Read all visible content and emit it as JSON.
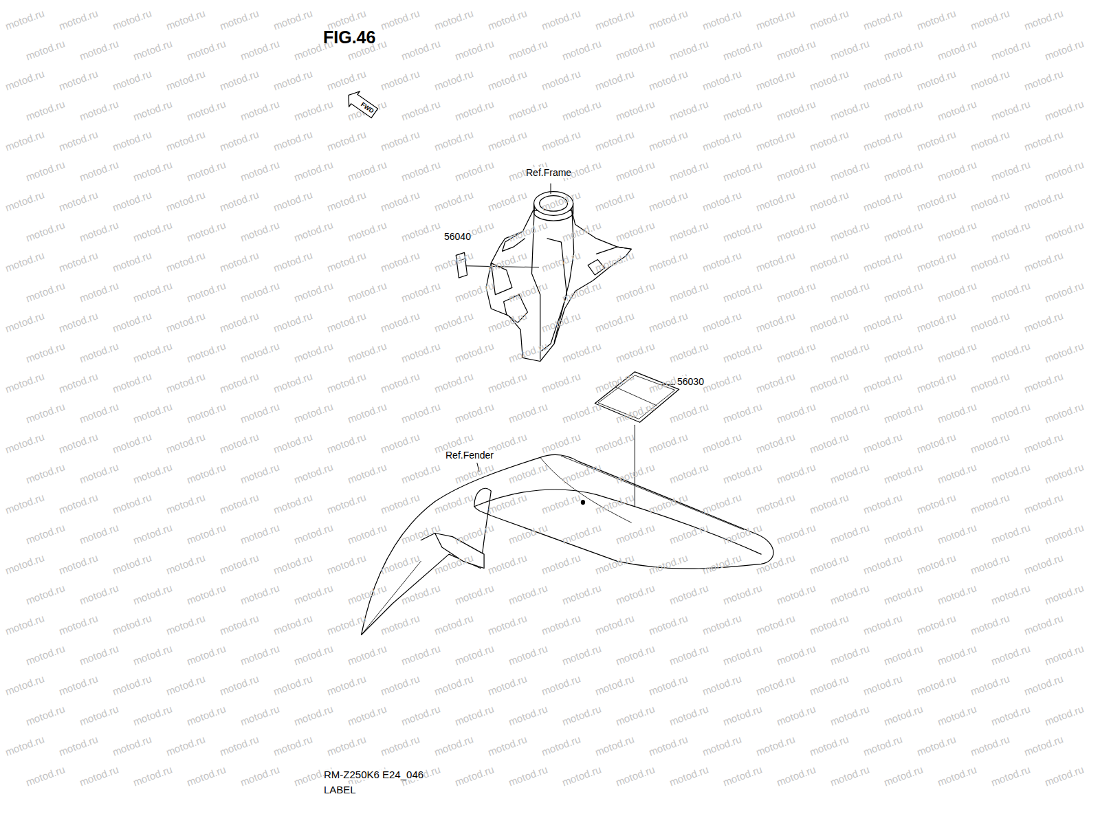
{
  "diagram": {
    "title": "FIG.46",
    "nodes": [
      {
        "text": [
          "FWD"
        ]
      }
    ],
    "edges": [],
    "labels": [
      "Ref.Frame",
      "56040",
      "56030",
      "Ref.Fender",
      "RM-Z250K6 E24_046",
      "LABEL",
      "motod.ru",
      "motod.ru",
      "motod.ru",
      "motod.ru",
      "motod.ru",
      "motod.ru",
      "motod.ru",
      "motod.ru",
      "motod.ru",
      "motod.ru",
      "motod.ru",
      "motod.ru",
      "motod.ru",
      "motod.ru",
      "motod.ru",
      "motod.ru",
      "motod.ru",
      "motod.ru",
      "motod.ru",
      "motod.ru",
      "motod.ru",
      "motod.ru",
      "motod.ru",
      "motod.ru",
      "motod.ru",
      "motod.ru",
      "motod.ru",
      "motod.ru",
      "motod.ru",
      "motod.ru",
      "motod.ru",
      "motod.ru",
      "motod.ru",
      "motod.ru",
      "motod.ru",
      "motod.ru",
      "motod.ru",
      "motod.ru",
      "motod.ru",
      "motod.ru",
      "motod.ru",
      "motod.ru",
      "motod.ru",
      "motod.ru",
      "motod.ru",
      "motod.ru",
      "motod.ru",
      "motod.ru",
      "motod.ru",
      "motod.ru",
      "motod.ru",
      "motod.ru",
      "motod.ru",
      "motod.ru",
      "motod.ru",
      "motod.ru",
      "motod.ru",
      "motod.ru",
      "motod.ru",
      "motod.ru",
      "motod.ru",
      "motod.ru",
      "motod.ru",
      "motod.ru",
      "motod.ru",
      "motod.ru",
      "motod.ru",
      "motod.ru",
      "motod.ru",
      "motod.ru",
      "motod.ru",
      "motod.ru",
      "motod.ru",
      "motod.ru",
      "motod.ru",
      "motod.ru",
      "motod.ru",
      "motod.ru",
      "motod.ru",
      "motod.ru",
      "motod.ru",
      "motod.ru",
      "motod.ru",
      "motod.ru",
      "motod.ru",
      "motod.ru",
      "motod.ru",
      "motod.ru",
      "motod.ru",
      "motod.ru",
      "motod.ru",
      "motod.ru",
      "motod.ru",
      "motod.ru",
      "motod.ru",
      "motod.ru",
      "motod.ru",
      "motod.ru",
      "motod.ru",
      "motod.ru",
      "motod.ru",
      "motod.ru",
      "motod.ru",
      "motod.ru",
      "motod.ru",
      "motod.ru",
      "motod.ru",
      "motod.ru",
      "motod.ru",
      "motod.ru",
      "motod.ru",
      "motod.ru",
      "motod.ru",
      "motod.ru",
      "motod.ru",
      "motod.ru",
      "motod.ru",
      "motod.ru",
      "motod.ru",
      "motod.ru",
      "motod.ru",
      "motod.ru",
      "motod.ru",
      "motod.ru",
      "motod.ru",
      "motod.ru",
      "motod.ru",
      "motod.ru",
      "motod.ru",
      "motod.ru",
      "motod.ru",
      "motod.ru",
      "motod.ru",
      "motod.ru",
      "motod.ru",
      "motod.ru",
      "motod.ru",
      "motod.ru",
      "motod.ru",
      "motod.ru",
      "motod.ru",
      "motod.ru",
      "motod.ru",
      "motod.ru",
      "motod.ru",
      "motod.ru",
      "motod.ru",
      "motod.ru",
      "motod.ru",
      "motod.ru",
      "motod.ru",
      "motod.ru",
      "motod.ru",
      "motod.ru",
      "motod.ru",
      "motod.ru",
      "motod.ru",
      "motod.ru",
      "motod.ru",
      "motod.ru",
      "motod.ru",
      "motod.ru",
      "motod.ru",
      "motod.ru",
      "motod.ru",
      "motod.ru",
      "motod.ru",
      "motod.ru",
      "motod.ru",
      "motod.ru",
      "motod.ru",
      "motod.ru",
      "motod.ru",
      "motod.ru",
      "motod.ru",
      "motod.ru",
      "motod.ru",
      "motod.ru",
      "motod.ru",
      "motod.ru",
      "motod.ru",
      "motod.ru",
      "motod.ru",
      "motod.ru",
      "motod.ru",
      "motod.ru",
      "motod.ru",
      "motod.ru",
      "motod.ru",
      "motod.ru",
      "motod.ru",
      "motod.ru",
      "motod.ru",
      "motod.ru",
      "motod.ru",
      "motod.ru",
      "motod.ru",
      "motod.ru",
      "motod.ru",
      "motod.ru",
      "motod.ru",
      "motod.ru",
      "motod.ru",
      "motod.ru",
      "motod.ru",
      "motod.ru",
      "motod.ru",
      "motod.ru",
      "motod.ru",
      "motod.ru",
      "motod.ru",
      "motod.ru",
      "motod.ru",
      "motod.ru",
      "motod.ru",
      "motod.ru",
      "motod.ru",
      "motod.ru",
      "motod.ru",
      "motod.ru",
      "motod.ru",
      "motod.ru",
      "motod.ru",
      "motod.ru",
      "motod.ru",
      "motod.ru",
      "motod.ru",
      "motod.ru",
      "motod.ru",
      "motod.ru",
      "motod.ru",
      "motod.ru",
      "motod.ru",
      "motod.ru",
      "motod.ru",
      "motod.ru",
      "motod.ru",
      "motod.ru",
      "motod.ru",
      "motod.ru",
      "motod.ru",
      "motod.ru",
      "motod.ru",
      "motod.ru",
      "motod.ru",
      "motod.ru",
      "motod.ru",
      "motod.ru",
      "motod.ru",
      "motod.ru",
      "motod.ru",
      "motod.ru",
      "motod.ru",
      "motod.ru",
      "motod.ru",
      "motod.ru",
      "motod.ru",
      "motod.ru",
      "motod.ru",
      "motod.ru",
      "motod.ru",
      "motod.ru",
      "motod.ru",
      "motod.ru",
      "motod.ru",
      "motod.ru",
      "motod.ru",
      "motod.ru",
      "motod.ru",
      "motod.ru",
      "motod.ru",
      "motod.ru",
      "motod.ru",
      "motod.ru",
      "motod.ru",
      "motod.ru",
      "motod.ru",
      "motod.ru",
      "motod.ru",
      "motod.ru",
      "motod.ru",
      "motod.ru",
      "motod.ru",
      "motod.ru",
      "motod.ru",
      "motod.ru",
      "motod.ru",
      "motod.ru",
      "motod.ru",
      "motod.ru",
      "motod.ru",
      "motod.ru",
      "motod.ru",
      "motod.ru",
      "motod.ru",
      "motod.ru",
      "motod.ru",
      "motod.ru",
      "motod.ru",
      "motod.ru",
      "motod.ru",
      "motod.ru",
      "motod.ru",
      "motod.ru",
      "motod.ru",
      "motod.ru",
      "motod.ru",
      "motod.ru",
      "motod.ru",
      "motod.ru",
      "motod.ru",
      "motod.ru",
      "motod.ru",
      "motod.ru",
      "motod.ru",
      "motod.ru",
      "motod.ru",
      "motod.ru",
      "motod.ru",
      "motod.ru",
      "motod.ru",
      "motod.ru",
      "motod.ru",
      "motod.ru",
      "motod.ru",
      "motod.ru",
      "motod.ru",
      "motod.ru",
      "motod.ru",
      "motod.ru",
      "motod.ru",
      "motod.ru",
      "motod.ru",
      "motod.ru",
      "motod.ru",
      "motod.ru",
      "motod.ru",
      "motod.ru",
      "motod.ru",
      "motod.ru",
      "motod.ru",
      "motod.ru",
      "motod.ru",
      "motod.ru",
      "motod.ru",
      "motod.ru",
      "motod.ru",
      "motod.ru",
      "motod.ru",
      "motod.ru",
      "motod.ru",
      "motod.ru",
      "motod.ru",
      "motod.ru",
      "motod.ru",
      "motod.ru",
      "motod.ru",
      "motod.ru",
      "motod.ru",
      "motod.ru",
      "motod.ru",
      "motod.ru",
      "motod.ru",
      "motod.ru",
      "motod.ru",
      "motod.ru",
      "motod.ru",
      "motod.ru",
      "motod.ru",
      "motod.ru",
      "motod.ru",
      "motod.ru",
      "motod.ru",
      "motod.ru",
      "motod.ru",
      "motod.ru",
      "motod.ru",
      "motod.ru",
      "motod.ru",
      "motod.ru",
      "motod.ru",
      "motod.ru",
      "motod.ru",
      "motod.ru",
      "motod.ru",
      "motod.ru",
      "motod.ru",
      "motod.ru",
      "motod.ru",
      "motod.ru",
      "motod.ru",
      "motod.ru",
      "motod.ru",
      "motod.ru",
      "motod.ru",
      "motod.ru",
      "motod.ru",
      "motod.ru",
      "motod.ru",
      "motod.ru",
      "motod.ru",
      "motod.ru",
      "motod.ru",
      "motod.ru",
      "motod.ru",
      "motod.ru",
      "motod.ru",
      "motod.ru",
      "motod.ru",
      "motod.ru",
      "motod.ru",
      "motod.ru",
      "motod.ru",
      "motod.ru",
      "motod.ru",
      "motod.ru",
      "motod.ru",
      "motod.ru",
      "motod.ru",
      "motod.ru",
      "motod.ru",
      "motod.ru",
      "motod.ru",
      "motod.ru",
      "motod.ru",
      "motod.ru",
      "motod.ru",
      "motod.ru",
      "motod.ru",
      "motod.ru",
      "motod.ru",
      "motod.ru",
      "motod.ru",
      "motod.ru",
      "motod.ru",
      "motod.ru",
      "motod.ru",
      "motod.ru",
      "motod.ru",
      "motod.ru",
      "motod.ru",
      "motod.ru",
      "motod.ru",
      "motod.ru",
      "motod.ru",
      "motod.ru",
      "motod.ru",
      "motod.ru",
      "motod.ru",
      "motod.ru",
      "motod.ru",
      "motod.ru",
      "motod.ru",
      "motod.ru",
      "motod.ru",
      "motod.ru",
      "motod.ru",
      "motod.ru",
      "motod.ru",
      "motod.ru",
      "motod.ru",
      "motod.ru",
      "motod.ru",
      "motod.ru",
      "motod.ru",
      "motod.ru",
      "motod.ru",
      "motod.ru",
      "motod.ru",
      "motod.ru",
      "motod.ru",
      "motod.ru",
      "motod.ru",
      "motod.ru",
      "motod.ru",
      "motod.ru",
      "motod.ru",
      "motod.ru",
      "motod.ru",
      "motod.ru",
      "motod.ru",
      "motod.ru",
      "motod.ru",
      "motod.ru",
      "motod.ru",
      "motod.ru",
      "motod.ru",
      "motod.ru",
      "motod.ru",
      "motod.ru",
      "motod.ru",
      "motod.ru",
      "motod.ru",
      "motod.ru",
      "motod.ru",
      "motod.ru",
      "motod.ru",
      "motod.ru",
      "motod.ru",
      "motod.ru",
      "motod.ru",
      "motod.ru",
      "motod.ru",
      "motod.ru",
      "motod.ru",
      "motod.ru",
      "motod.ru",
      "motod.ru",
      "motod.ru",
      "motod.ru",
      "motod.ru",
      "motod.ru",
      "motod.ru",
      "motod.ru",
      "motod.ru",
      "motod.ru",
      "motod.ru",
      "motod.ru",
      "motod.ru",
      "motod.ru"
    ]
  }
}
